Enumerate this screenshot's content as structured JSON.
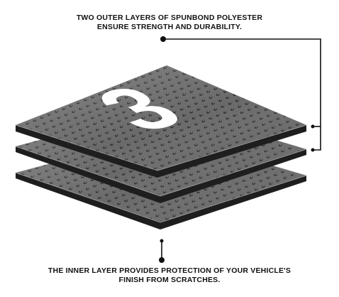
{
  "top_caption": {
    "line1": "TWO OUTER LAYERS OF SPUNBOND POLYESTER",
    "line2": "ENSURE STRENGTH AND DURABILITY."
  },
  "bottom_caption": {
    "line1": "THE INNER LAYER PROVIDES PROTECTION OF YOUR VEHICLE'S",
    "line2": "FINISH FROM SCRATCHES."
  },
  "layer_badge": "3",
  "colors": {
    "fabric": "#6d6d6d",
    "edge": "#2a2a2a",
    "leader": "#111111",
    "badge": "#ffffff"
  }
}
